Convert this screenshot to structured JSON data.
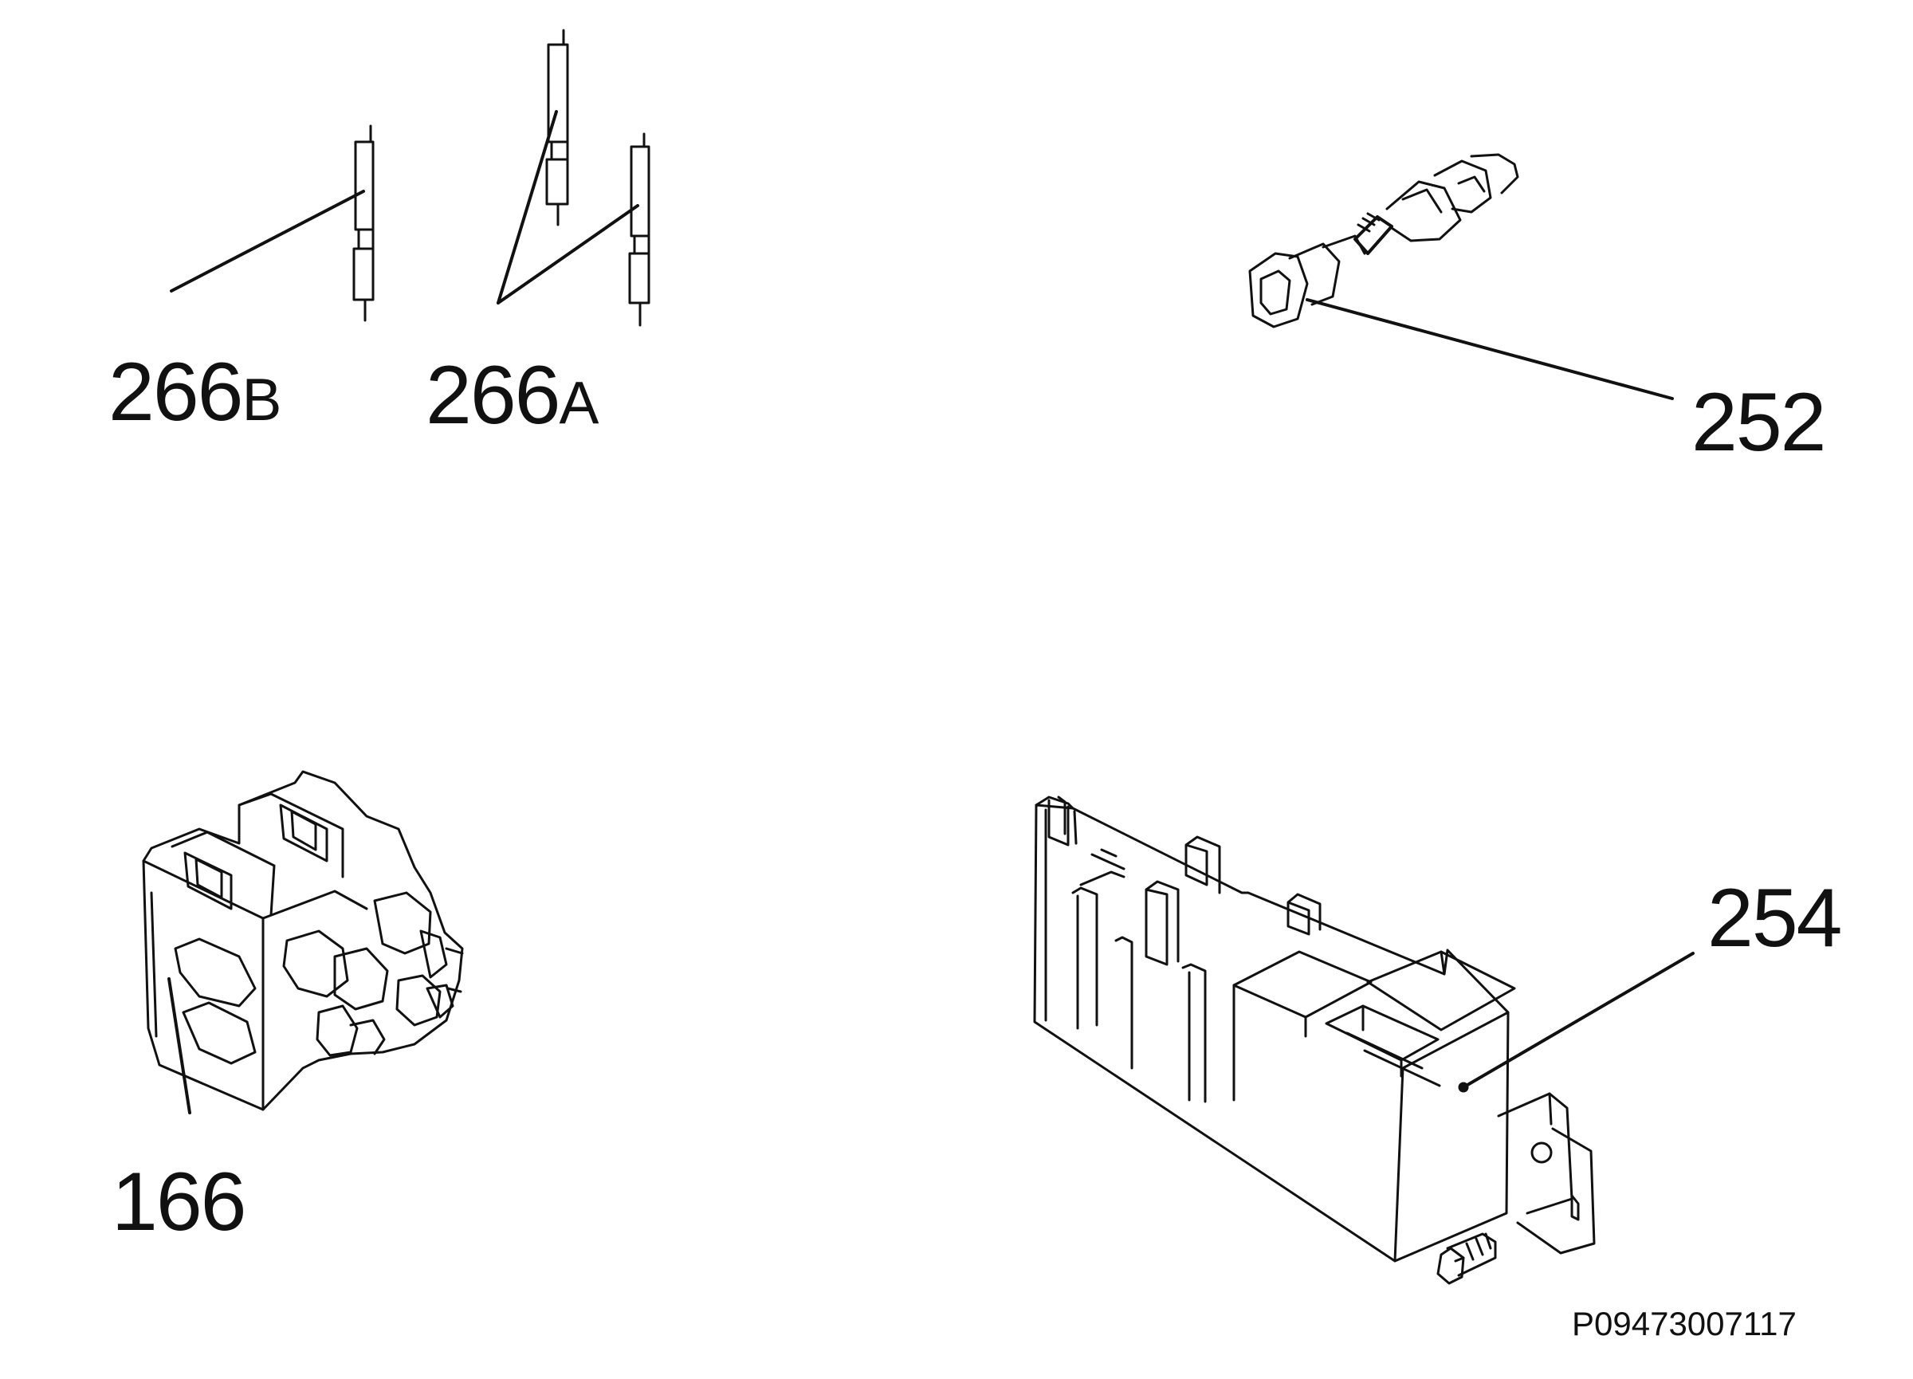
{
  "diagram": {
    "parts": [
      {
        "id": "166-valve-block",
        "number": "166",
        "suffix": ""
      },
      {
        "id": "252-switch",
        "number": "252",
        "suffix": ""
      },
      {
        "id": "254-ignition-unit",
        "number": "254",
        "suffix": ""
      },
      {
        "id": "266a-electrodes",
        "number": "266",
        "suffix": "A"
      },
      {
        "id": "266b-electrode",
        "number": "266",
        "suffix": "B"
      }
    ],
    "drawing_code": "P09473007117",
    "colors": {
      "line": "#111111",
      "background": "#ffffff"
    }
  }
}
